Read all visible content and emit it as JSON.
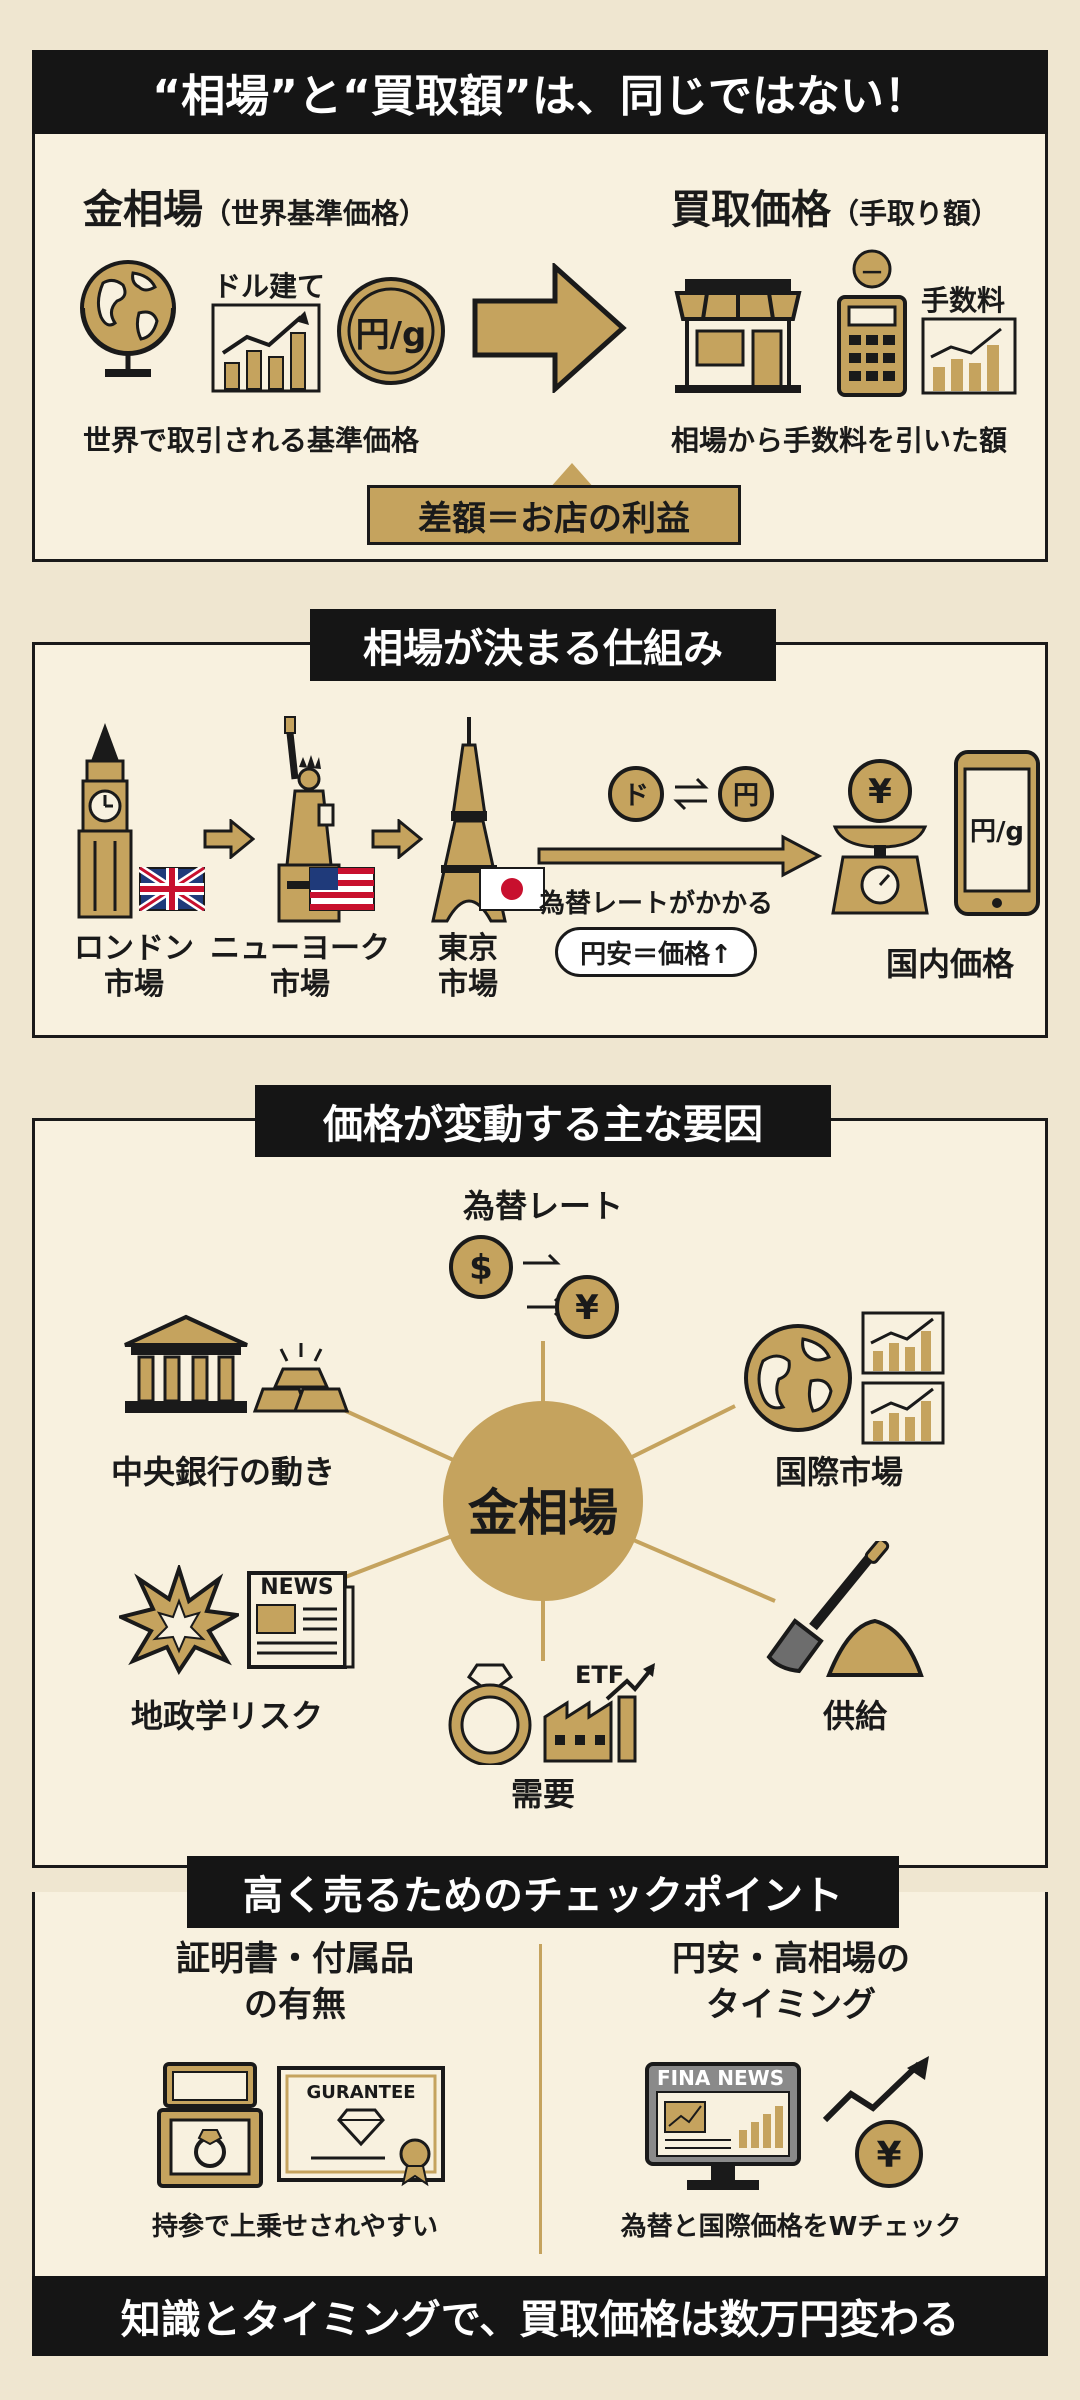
{
  "section1": {
    "title": "“相場”と“買取額”は、同じではない！",
    "left_title": "金相場",
    "left_sub": "（世界基準価格）",
    "dollar_label": "ドル建て",
    "coin_label": "円/g",
    "left_caption": "世界で取引される基準価格",
    "right_title": "買取価格",
    "right_sub": "（手取り額）",
    "calc_symbol": "－",
    "fee_label": "手数料",
    "right_caption": "相場から手数料を引いた額",
    "diff_label": "差額＝お店の利益"
  },
  "section2": {
    "title": "相場が決まる仕組み",
    "london": "ロンドン\n市場",
    "newyork": "ニューヨーク\n市場",
    "tokyo": "東京\n市場",
    "dollar_coin": "ド",
    "yen_coin": "円",
    "fx_label": "為替レートがかかる",
    "fx_pill": "円安＝価格↑",
    "phone_label": "円/g",
    "domestic": "国内価格"
  },
  "section3": {
    "title": "価格が変動する主な要因",
    "center": "金相場",
    "fx": "為替レート",
    "central_bank": "中央銀行の動き",
    "intl_market": "国際市場",
    "geopolitics": "地政学リスク",
    "news_label": "NEWS",
    "supply": "供給",
    "demand": "需要",
    "etf": "ETF"
  },
  "section4": {
    "title": "高く売るためのチェックポイント",
    "left_title": "証明書・付属品\nの有無",
    "guarantee": "GURANTEE",
    "left_caption": "持参で上乗せされやすい",
    "right_title": "円安・高相場の\nタイミング",
    "fina_news": "FINA NEWS",
    "right_caption": "為替と国際価格をWチェック"
  },
  "footer": "知識とタイミングで、買取価格は数万円変わる",
  "colors": {
    "gold": "#c5a35e",
    "dark": "#151515",
    "panel": "#f8f1df",
    "background": "#efe6d0"
  }
}
